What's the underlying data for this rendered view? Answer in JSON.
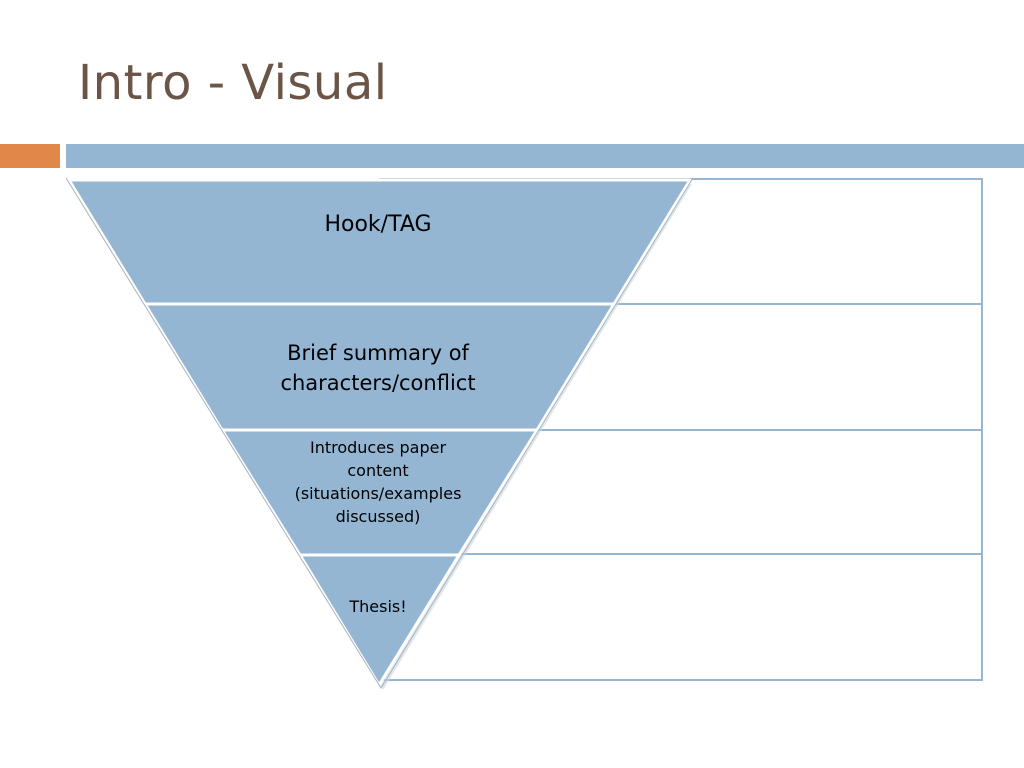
{
  "slide": {
    "title": "Intro - Visual"
  },
  "colors": {
    "title": "#6b5546",
    "accent_orange": "#e0884a",
    "accent_blue": "#94b6d2",
    "tier_fill": "#94b6d2",
    "tier_outline": "#ffffff",
    "box_border": "#94b6d2"
  },
  "funnel": {
    "tiers": [
      {
        "label": "Hook/TAG"
      },
      {
        "label": "Brief summary of characters/conflict"
      },
      {
        "label": "Introduces paper content (situations/examples discussed)"
      },
      {
        "label": "Thesis!"
      }
    ]
  }
}
